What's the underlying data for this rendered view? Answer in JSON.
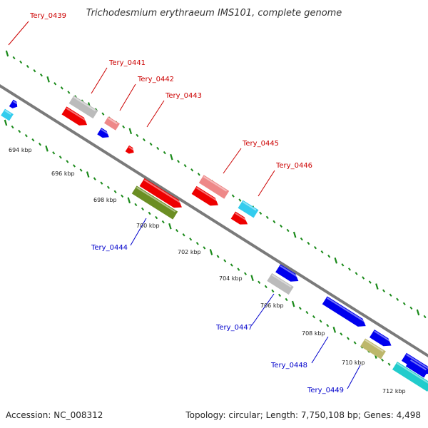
{
  "title": "Trichodesmium erythraeum IMS101, complete genome",
  "footer": {
    "accession": "Accession: NC_008312",
    "topology": "Topology: circular; Length: 7,750,108 bp; Genes: 4,498"
  },
  "colors": {
    "backbone": "#808080",
    "tick": "#1a8a1a",
    "upper_label": "#cc0000",
    "lower_label": "#0000cc"
  },
  "scale_labels": [
    "694 kbp",
    "696 kbp",
    "698 kbp",
    "700 kbp",
    "702 kbp",
    "704 kbp",
    "706 kbp",
    "708 kbp",
    "710 kbp",
    "712 kbp"
  ],
  "labels": [
    {
      "text": "Tery_0439",
      "side": "upper"
    },
    {
      "text": "Tery_0441",
      "side": "upper"
    },
    {
      "text": "Tery_0442",
      "side": "upper"
    },
    {
      "text": "Tery_0443",
      "side": "upper"
    },
    {
      "text": "Tery_0445",
      "side": "upper"
    },
    {
      "text": "Tery_0446",
      "side": "upper"
    },
    {
      "text": "Tery_0444",
      "side": "lower"
    },
    {
      "text": "Tery_0447",
      "side": "lower"
    },
    {
      "text": "Tery_0448",
      "side": "lower"
    },
    {
      "text": "Tery_0449",
      "side": "lower"
    }
  ],
  "feature_colors": [
    "#0000ee",
    "#33ccee",
    "#bbbbbb",
    "#ee0000",
    "#ee8888",
    "#0000ee",
    "#ee0000",
    "#ee0000",
    "#ee8888",
    "#ee0000",
    "#33ccee",
    "#ee0000",
    "#0000ee",
    "#6b8e23",
    "#0000ee",
    "#bbbbbb",
    "#0000ee",
    "#0000ee",
    "#bdb76b",
    "#0000ee",
    "#22cccc"
  ]
}
